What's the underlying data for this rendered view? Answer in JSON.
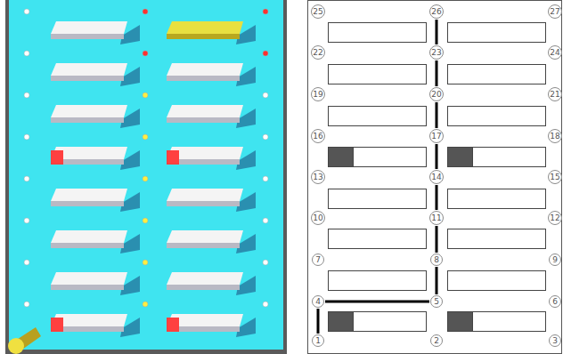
{
  "diagram": {
    "nodes": [
      {
        "text": [
          "1"
        ]
      },
      {
        "text": [
          "2"
        ]
      },
      {
        "text": [
          "3"
        ]
      },
      {
        "text": [
          "4"
        ]
      },
      {
        "text": [
          "5"
        ]
      },
      {
        "text": [
          "6"
        ]
      },
      {
        "text": [
          "7"
        ]
      },
      {
        "text": [
          "8"
        ]
      },
      {
        "text": [
          "9"
        ]
      },
      {
        "text": [
          "10"
        ]
      },
      {
        "text": [
          "11"
        ]
      },
      {
        "text": [
          "12"
        ]
      },
      {
        "text": [
          "13"
        ]
      },
      {
        "text": [
          "14"
        ]
      },
      {
        "text": [
          "15"
        ]
      },
      {
        "text": [
          "16"
        ]
      },
      {
        "text": [
          "17"
        ]
      },
      {
        "text": [
          "18"
        ]
      },
      {
        "text": [
          "19"
        ]
      },
      {
        "text": [
          "20"
        ]
      },
      {
        "text": [
          "21"
        ]
      },
      {
        "text": [
          "22"
        ]
      },
      {
        "text": [
          "23"
        ]
      },
      {
        "text": [
          "24"
        ]
      },
      {
        "text": [
          "25"
        ]
      },
      {
        "text": [
          "26"
        ]
      },
      {
        "text": [
          "27"
        ]
      }
    ],
    "edges": [
      {
        "from": 0,
        "to": 3,
        "arrow": "none"
      },
      {
        "from": 3,
        "to": 4,
        "arrow": "none"
      },
      {
        "from": 4,
        "to": 7,
        "arrow": "none"
      },
      {
        "from": 7,
        "to": 10,
        "arrow": "none"
      },
      {
        "from": 10,
        "to": 13,
        "arrow": "none"
      },
      {
        "from": 13,
        "to": 16,
        "arrow": "none"
      },
      {
        "from": 16,
        "to": 19,
        "arrow": "none"
      },
      {
        "from": 19,
        "to": 22,
        "arrow": "none"
      },
      {
        "from": 22,
        "to": 25,
        "arrow": "none"
      }
    ]
  }
}
